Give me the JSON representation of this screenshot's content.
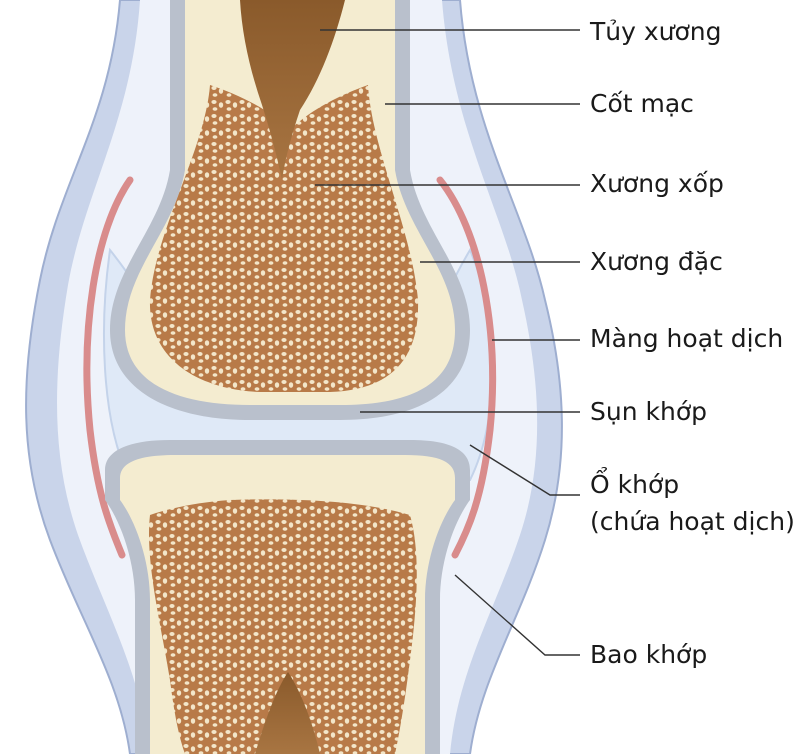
{
  "labels": {
    "marrow": "Tủy xương",
    "periosteum": "Cốt mạc",
    "spongy_bone": "Xương xốp",
    "compact_bone": "Xương đặc",
    "synovial_membrane": "Màng hoạt dịch",
    "articular_cartilage": "Sụn khớp",
    "joint_cavity_line1": "Ổ khớp",
    "joint_cavity_line2": "(chứa hoạt dịch)",
    "joint_capsule": "Bao khớp"
  },
  "colors": {
    "capsule_outer": "#c9d4ea",
    "capsule_inner": "#eef2fa",
    "synovial": "#d98c8c",
    "cavity_fluid": "#dfe9f7",
    "cartilage": "#b9c0cc",
    "compact_bone": "#f4ecd0",
    "spongy_bone": "#b87a48",
    "marrow": "#9c6a36"
  }
}
